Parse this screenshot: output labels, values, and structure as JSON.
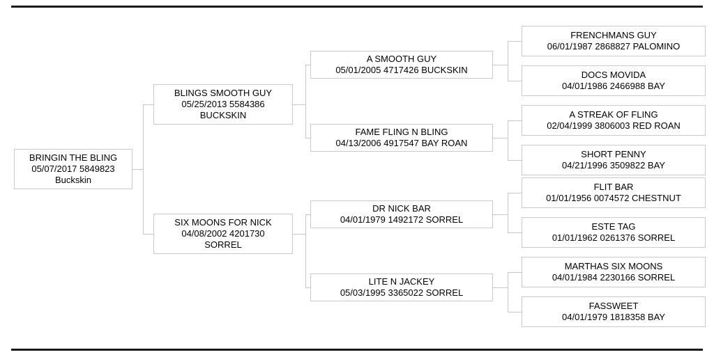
{
  "chart": {
    "type": "pedigree-tree",
    "generations": 4,
    "colors": {
      "background": "#ffffff",
      "box_border": "#c9c9c9",
      "connector": "#c6c6c6",
      "rule": "#1a1a1a",
      "text": "#000000"
    }
  },
  "nodes": {
    "subject": {
      "line1": "BRINGIN THE BLING",
      "line2": "05/07/2017 5849823",
      "line3": "Buckskin"
    },
    "sire": {
      "line1": "BLINGS SMOOTH GUY",
      "line2": "05/25/2013 5584386",
      "line3": "BUCKSKIN"
    },
    "dam": {
      "line1": "SIX MOONS FOR NICK",
      "line2": "04/08/2002 4201730",
      "line3": "SORREL"
    },
    "sire_sire": {
      "line1": "A SMOOTH GUY",
      "line2": "05/01/2005 4717426 BUCKSKIN"
    },
    "sire_dam": {
      "line1": "FAME FLING N BLING",
      "line2": "04/13/2006 4917547 BAY ROAN"
    },
    "dam_sire": {
      "line1": "DR NICK BAR",
      "line2": "04/01/1979 1492172 SORREL"
    },
    "dam_dam": {
      "line1": "LITE N JACKEY",
      "line2": "05/03/1995 3365022 SORREL"
    },
    "sire_sire_sire": {
      "line1": "FRENCHMANS GUY",
      "line2": "06/01/1987 2868827 PALOMINO"
    },
    "sire_sire_dam": {
      "line1": "DOCS MOVIDA",
      "line2": "04/01/1986 2466988 BAY"
    },
    "sire_dam_sire": {
      "line1": "A STREAK OF FLING",
      "line2": "02/04/1999 3806003 RED ROAN"
    },
    "sire_dam_dam": {
      "line1": "SHORT PENNY",
      "line2": "04/21/1996 3509822 BAY"
    },
    "dam_sire_sire": {
      "line1": "FLIT BAR",
      "line2": "01/01/1956 0074572 CHESTNUT"
    },
    "dam_sire_dam": {
      "line1": "ESTE TAG",
      "line2": "01/01/1962 0261376 SORREL"
    },
    "dam_dam_sire": {
      "line1": "MARTHAS SIX MOONS",
      "line2": "04/01/1984 2230166 SORREL"
    },
    "dam_dam_dam": {
      "line1": "FASSWEET",
      "line2": "04/01/1979 1818358 BAY"
    }
  }
}
